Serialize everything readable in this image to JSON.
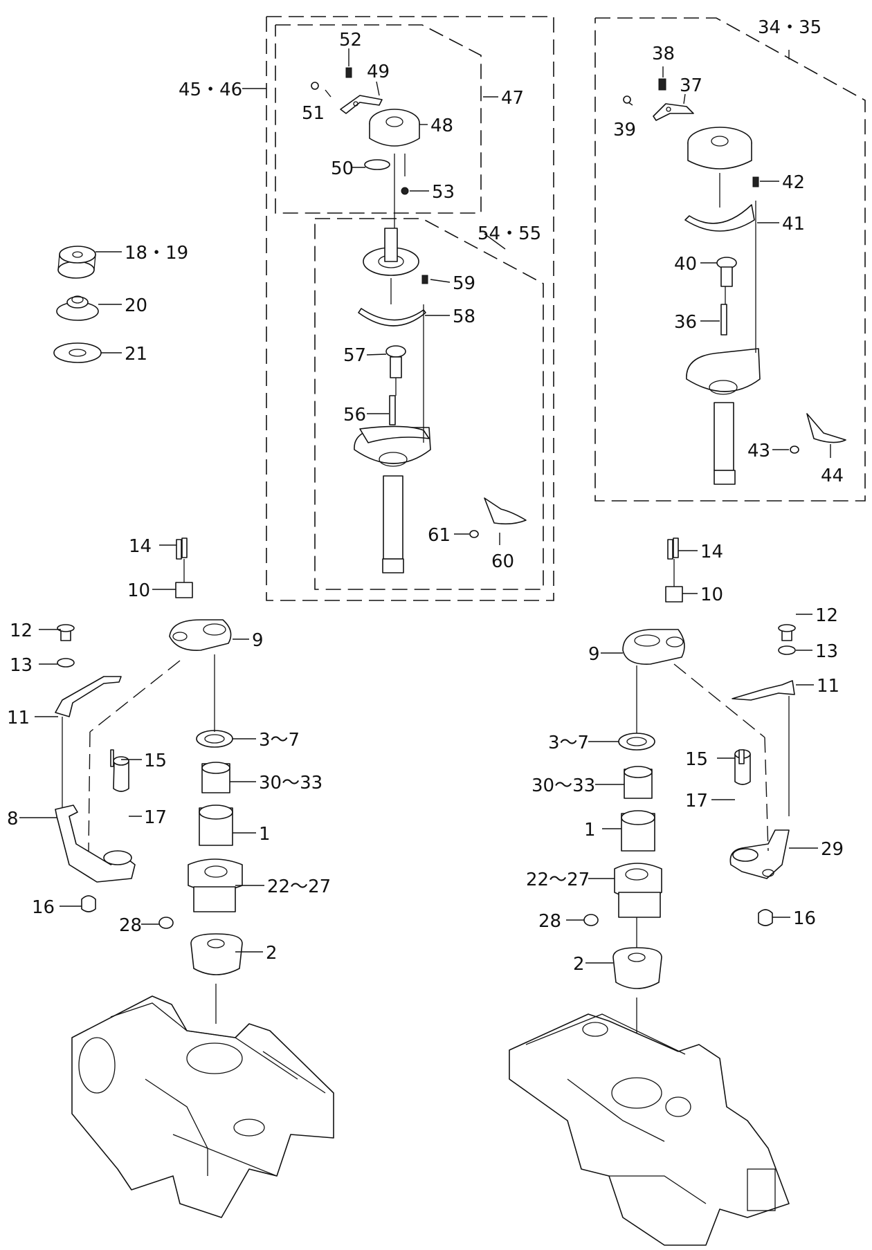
{
  "callouts": {
    "c52": "52",
    "c49": "49",
    "c51": "51",
    "c48": "48",
    "c50": "50",
    "c53": "53",
    "c47": "47",
    "c4546": "45・46",
    "c5455": "54・55",
    "c59": "59",
    "c58": "58",
    "c57": "57",
    "c56": "56",
    "c61": "61",
    "c60": "60",
    "c3435": "34・35",
    "c38": "38",
    "c37": "37",
    "c39": "39",
    "c42": "42",
    "c41": "41",
    "c40": "40",
    "c36": "36",
    "c43": "43",
    "c44": "44",
    "c1819": "18・19",
    "c20": "20",
    "c21": "21",
    "L14": "14",
    "L10": "10",
    "L12": "12",
    "L9": "9",
    "L13": "13",
    "L11": "11",
    "L15": "15",
    "L17": "17",
    "L8": "8",
    "L16": "16",
    "L3_7": "3～7",
    "L30_33": "30～33",
    "L1": "1",
    "L22_27": "22～27",
    "L28": "28",
    "L2": "2",
    "R14": "14",
    "R10": "10",
    "R12": "12",
    "R9": "9",
    "R13": "13",
    "R11": "11",
    "R15": "15",
    "R17": "17",
    "R29": "29",
    "R16": "16",
    "R3_7": "3～7",
    "R30_33": "30～33",
    "R1": "1",
    "R22_27": "22～27",
    "R28": "28",
    "R2": "2"
  }
}
